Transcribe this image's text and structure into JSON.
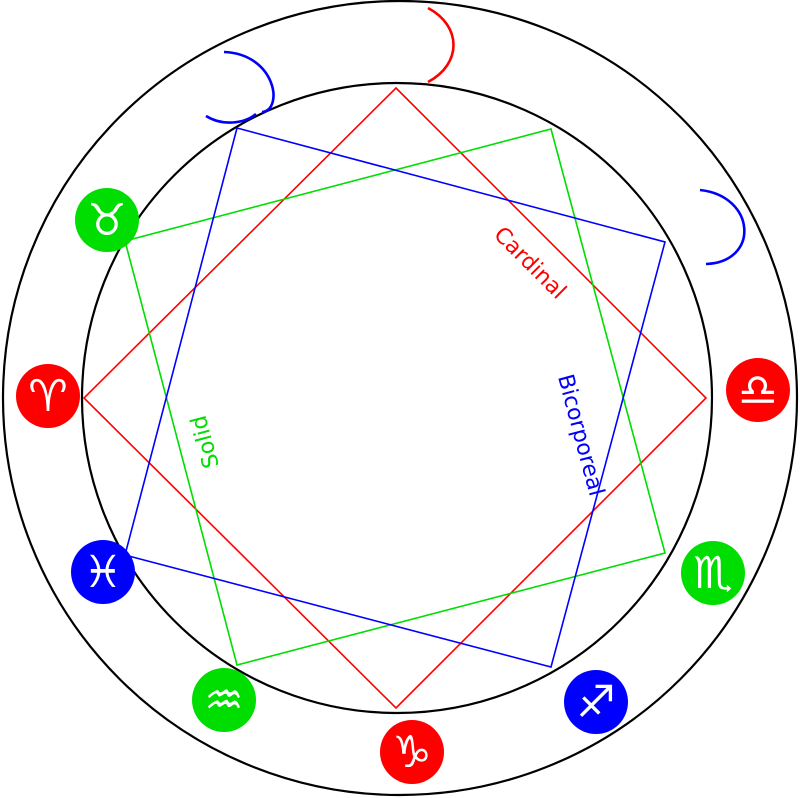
{
  "qualities": {
    "cardinal": {
      "label": "Cardinal",
      "color": "#ff0000"
    },
    "solid": {
      "label": "Solid",
      "color": "#00dd00"
    },
    "bicorporeal": {
      "label": "Bicorporeal",
      "color": "#0000ff"
    }
  },
  "signs": [
    {
      "name": "aries",
      "glyph": "♈",
      "color": "#ff0000"
    },
    {
      "name": "taurus",
      "glyph": "♉",
      "color": "#00dd00"
    },
    {
      "name": "libra",
      "glyph": "♎",
      "color": "#ff0000"
    },
    {
      "name": "scorpio",
      "glyph": "♏",
      "color": "#00dd00"
    },
    {
      "name": "sagittarius",
      "glyph": "♐",
      "color": "#0000ff"
    },
    {
      "name": "capricorn",
      "glyph": "♑",
      "color": "#ff0000"
    },
    {
      "name": "aquarius",
      "glyph": "♒",
      "color": "#00dd00"
    },
    {
      "name": "pisces",
      "glyph": "♓",
      "color": "#0000ff"
    }
  ],
  "crescents": [
    {
      "name": "cancer",
      "color": "#ff0000"
    },
    {
      "name": "gemini",
      "color": "#0000ff"
    },
    {
      "name": "virgo",
      "color": "#0000ff"
    }
  ]
}
